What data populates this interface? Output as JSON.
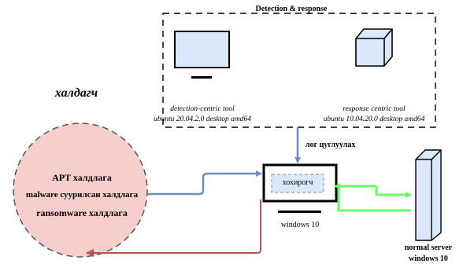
{
  "detection_box": {
    "title": "Detection & response",
    "left_tool": {
      "name": "detection-centric tool",
      "os": "ubuntu 20.04.2.0 desktop amd64"
    },
    "right_tool": {
      "name": "response centric tool",
      "os": "ubuntu 10.04.20.0 desktop amd64"
    }
  },
  "attacker": {
    "title": "халдагч",
    "lines": [
      "APT халдлага",
      "malware суурилсан халдлага",
      "ransomware халдлага"
    ]
  },
  "victim": {
    "edge_label": "лог цуглуулах",
    "screen_label": "хохирогч",
    "os_label": "windows 10"
  },
  "server": {
    "label_line1": "normal server",
    "label_line2": "windows 10"
  },
  "colors": {
    "attacker_fill": "#f8cecc",
    "tool_fill": "#dae8fc",
    "tool_stroke": "#000000",
    "blue_edge": "#6c8ebf",
    "red_edge": "#b85450",
    "green_edge": "#66ff66"
  }
}
